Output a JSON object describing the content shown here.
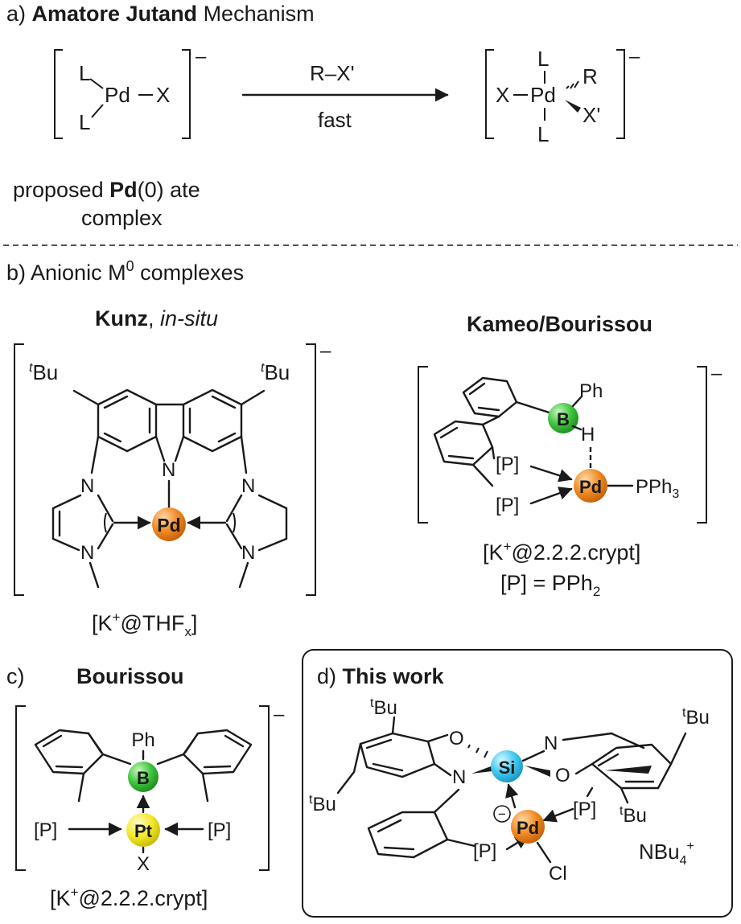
{
  "colors": {
    "pd": "#f08a24",
    "b": "#3ec43e",
    "pt": "#f2ea2a",
    "si": "#40c8f0",
    "line": "#1a1a1a"
  },
  "section_a": {
    "prefix": "a) ",
    "bold": "Amatore Jutand",
    "suffix": " Mechanism",
    "reactant": {
      "L_top": "L",
      "L_bottom": "L",
      "metal": "Pd",
      "X": "X",
      "charge": "–"
    },
    "arrow_top": "R–X'",
    "arrow_bottom": "fast",
    "product": {
      "L_top": "L",
      "L_bottom": "L",
      "metal": "Pd",
      "X": "X",
      "R": "R",
      "X2": "X'",
      "charge": "–"
    },
    "caption_line1_pre": "proposed ",
    "caption_line1_bold": "Pd",
    "caption_line1_post": "(0) ate",
    "caption_line2": "complex"
  },
  "section_b": {
    "title_pre": "b) Anionic M",
    "title_sup": "0",
    "title_post": " complexes",
    "kunz": {
      "name_bold": "Kunz",
      "name_sep": ", ",
      "name_italic": "in-situ",
      "tbu_left_sup": "t",
      "tbu_left": "Bu",
      "tbu_right_sup": "t",
      "tbu_right": "Bu",
      "N_center": "N",
      "N_left_top": "N",
      "N_left_bottom": "N",
      "N_right_top": "N",
      "N_right_bottom": "N",
      "metal": "Pd",
      "charge": "–",
      "counter_pre": "[K",
      "counter_sup": "+",
      "counter_mid": "@THF",
      "counter_sub": "x",
      "counter_post": "]"
    },
    "kameo": {
      "name_bold": "Kameo/Bourissou",
      "Ph": "Ph",
      "B": "B",
      "H": "H",
      "P1": "[P]",
      "P2": "[P]",
      "metal": "Pd",
      "ligand_pre": "PPh",
      "ligand_sub": "3",
      "charge": "–",
      "counter_pre": "[K",
      "counter_sup": "+",
      "counter_post": "@2.2.2.crypt]",
      "def_pre": "[P] = PPh",
      "def_sub": "2"
    }
  },
  "section_c": {
    "label": "c)",
    "name_bold": "Bourissou",
    "Ph": "Ph",
    "B": "B",
    "metal": "Pt",
    "X": "X",
    "P_left": "[P]",
    "P_right": "[P]",
    "charge": "–",
    "counter_pre": "[K",
    "counter_sup": "+",
    "counter_post": "@2.2.2.crypt]"
  },
  "section_d": {
    "label_pre": "d) ",
    "label_bold": "This work",
    "Si": "Si",
    "Pd": "Pd",
    "minus": "−",
    "O1": "O",
    "O2": "O",
    "N1": "N",
    "N2": "N",
    "P1": "[P]",
    "P2": "[P]",
    "Cl": "Cl",
    "tBu1_sup": "t",
    "tBu1": "Bu",
    "tBu2_sup": "t",
    "tBu2": "Bu",
    "tBu3_sup": "t",
    "tBu3": "Bu",
    "tBu4_sup": "t",
    "tBu4": "Bu",
    "cation_pre": "NBu",
    "cation_sub": "4",
    "cation_sup": "+"
  }
}
